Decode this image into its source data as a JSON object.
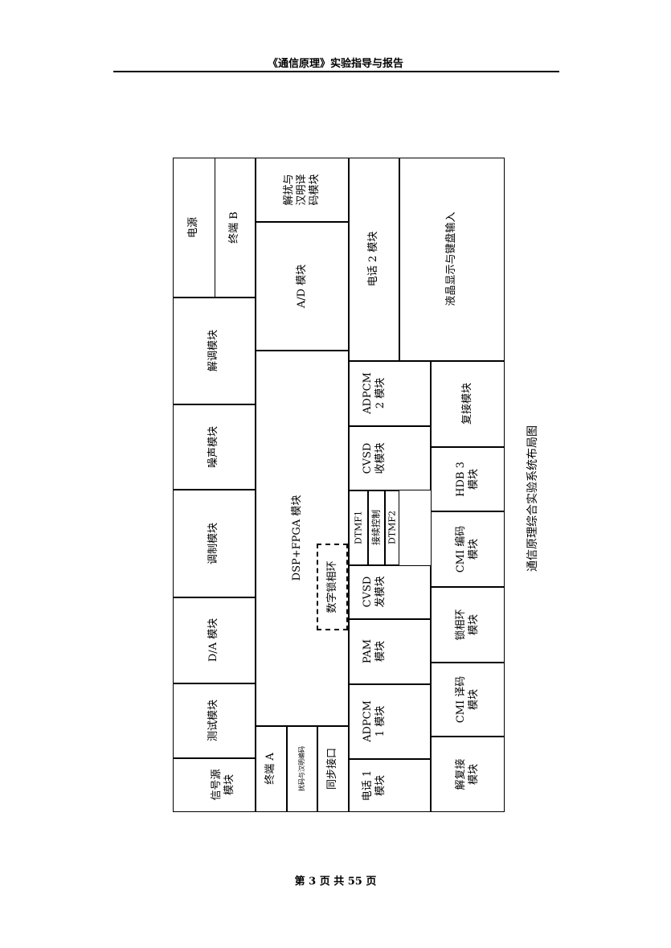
{
  "header": {
    "title": "《通信原理》实验指导与报告"
  },
  "footer": {
    "page": "3",
    "total": "55",
    "prefix": "第",
    "mid": "页 共",
    "suffix": "页"
  },
  "caption": "通信原理综合实验系统布局图",
  "modules": {
    "power": "电源",
    "terminal_b": "终端 B",
    "demod": "解调模块",
    "noise": "噪声模块",
    "mod": "调制模块",
    "da": "D/A 模块",
    "test": "测试模块",
    "signal_src": "信号源\n模块",
    "descramble": "解扰与\n汉明译\n码模块",
    "ad": "A/D 模块",
    "dsp_fpga": "DSP+FPGA 模块",
    "terminal_a": "终端 A",
    "scramble_hamming": "扰码与汉明编码",
    "sync_interface": "同步接口",
    "digital_pll": "数字锁相环",
    "phone2": "电话 2 模块",
    "lcd_keyboard": "液晶显示与键盘输入",
    "adpcm2": "ADPCM\n2 模块",
    "cvsd_rx": "CVSD\n收模块",
    "dtmf1": "DTMF1",
    "connect_ctrl": "接续控制",
    "dtmf2": "DTMF2",
    "cvsd_tx": "CVSD\n发模块",
    "pam": "PAM\n模块",
    "adpcm1": "ADPCM\n1 模块",
    "phone1": "电话 1\n模块",
    "mux": "复接模块",
    "hdb3": "HDB 3\n模块",
    "cmi_enc": "CMI 编码\n模块",
    "pll": "锁相环\n模块",
    "cmi_dec": "CMI 译码\n模块",
    "demux": "解复接\n模块"
  }
}
